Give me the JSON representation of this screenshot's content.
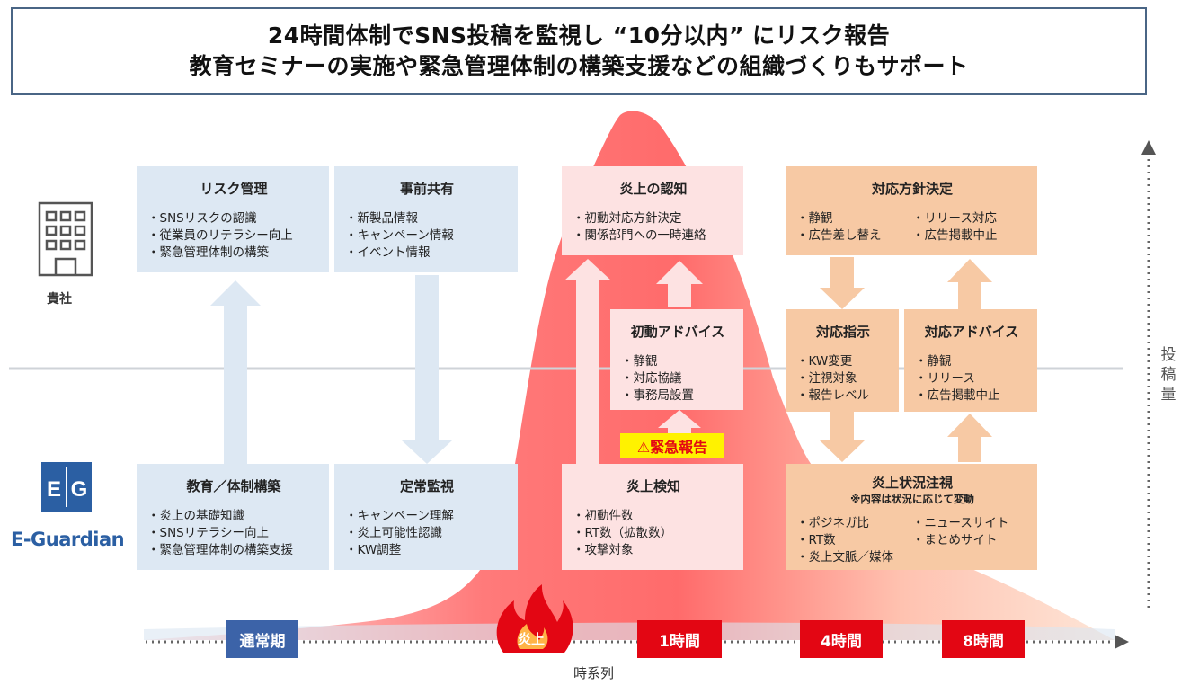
{
  "header": {
    "line1": "24時間体制でSNS投稿を監視し “10分以内” にリスク報告",
    "line2": "教育セミナーの実施や緊急管理体制の構築支援などの組織づくりもサポート"
  },
  "labels": {
    "company": "貴社",
    "eguardian_logo": "E|G",
    "eguardian_text": "E-Guardian",
    "volume": [
      "投",
      "稿",
      "量"
    ],
    "time_axis": "時系列",
    "urgent_report": "⚠緊急報告"
  },
  "timeline": {
    "normal": "通常期",
    "flame": "炎上",
    "h1": "1時間",
    "h4": "4時間",
    "h8": "8時間"
  },
  "boxes": {
    "risk_mgmt": {
      "title": "リスク管理",
      "items": [
        "SNSリスクの認識",
        "従業員のリテラシー向上",
        "緊急管理体制の構築"
      ]
    },
    "pre_share": {
      "title": "事前共有",
      "items": [
        "新製品情報",
        "キャンペーン情報",
        "イベント情報"
      ]
    },
    "recognition": {
      "title": "炎上の認知",
      "items": [
        "初動対応方針決定",
        "関係部門への一時連絡"
      ]
    },
    "policy": {
      "title": "対応方針決定",
      "col1": [
        "静観",
        "広告差し替え"
      ],
      "col2": [
        "リリース対応",
        "広告掲載中止"
      ]
    },
    "initial_advice": {
      "title": "初動アドバイス",
      "items": [
        "静観",
        "対応協議",
        "事務局設置"
      ]
    },
    "instruction": {
      "title": "対応指示",
      "items": [
        "KW変更",
        "注視対象",
        "報告レベル"
      ]
    },
    "advice": {
      "title": "対応アドバイス",
      "items": [
        "静観",
        "リリース",
        "広告掲載中止"
      ]
    },
    "education": {
      "title": "教育／体制構築",
      "items": [
        "炎上の基礎知識",
        "SNSリテラシー向上",
        "緊急管理体制の構築支援"
      ]
    },
    "monitoring": {
      "title": "定常監視",
      "items": [
        "キャンペーン理解",
        "炎上可能性認識",
        "KW調整"
      ]
    },
    "detection": {
      "title": "炎上検知",
      "items": [
        "初動件数",
        "RT数（拡散数）",
        "攻撃対象"
      ]
    },
    "watch": {
      "title": "炎上状況注視",
      "subtitle": "※内容は状況に応じて変動",
      "col1": [
        "ポジネガ比",
        "RT数",
        "炎上文脈／媒体"
      ],
      "col2": [
        "ニュースサイト",
        "まとめサイト"
      ]
    }
  },
  "colors": {
    "header_border": "#4a6585",
    "box_blue": "#dde8f3",
    "box_pink": "#fde2e2",
    "box_orange": "#f7c9a4",
    "badge_red": "#e30613",
    "badge_navy": "#3c63a8",
    "eg_blue": "#2b5fa3",
    "urgent_yellow": "#fff200"
  }
}
